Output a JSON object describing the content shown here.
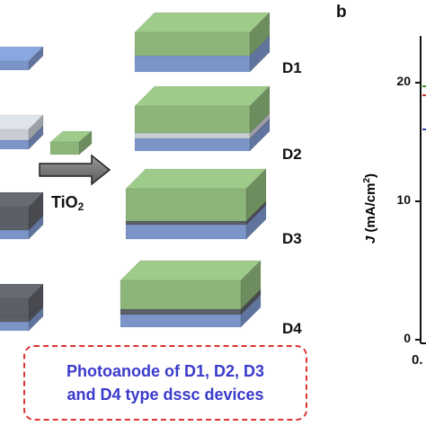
{
  "panel_label": "b",
  "transfer_label": {
    "base": "TiO",
    "sub": "2"
  },
  "devices": [
    {
      "id": "D1",
      "label": "D1"
    },
    {
      "id": "D2",
      "label": "D2"
    },
    {
      "id": "D3",
      "label": "D3"
    },
    {
      "id": "D4",
      "label": "D4"
    }
  ],
  "axis": {
    "var": "J",
    "unit_prefix": " (mA/cm",
    "unit_sup": "2",
    "unit_suffix": ")",
    "ticks": [
      "20",
      "10",
      "0"
    ],
    "x_tick_fragment": "0."
  },
  "caption": {
    "line1": "Photoanode of D1, D2, D3",
    "line2": "and D4 type dssc devices"
  },
  "colors": {
    "tio2_green": "#8db57a",
    "fto_blue": "#7b95c9",
    "layer_gray": "#c8ccd2",
    "layer_dark": "#5c5f66",
    "caption_text": "#3a3acc",
    "caption_border": "#dd3333"
  }
}
